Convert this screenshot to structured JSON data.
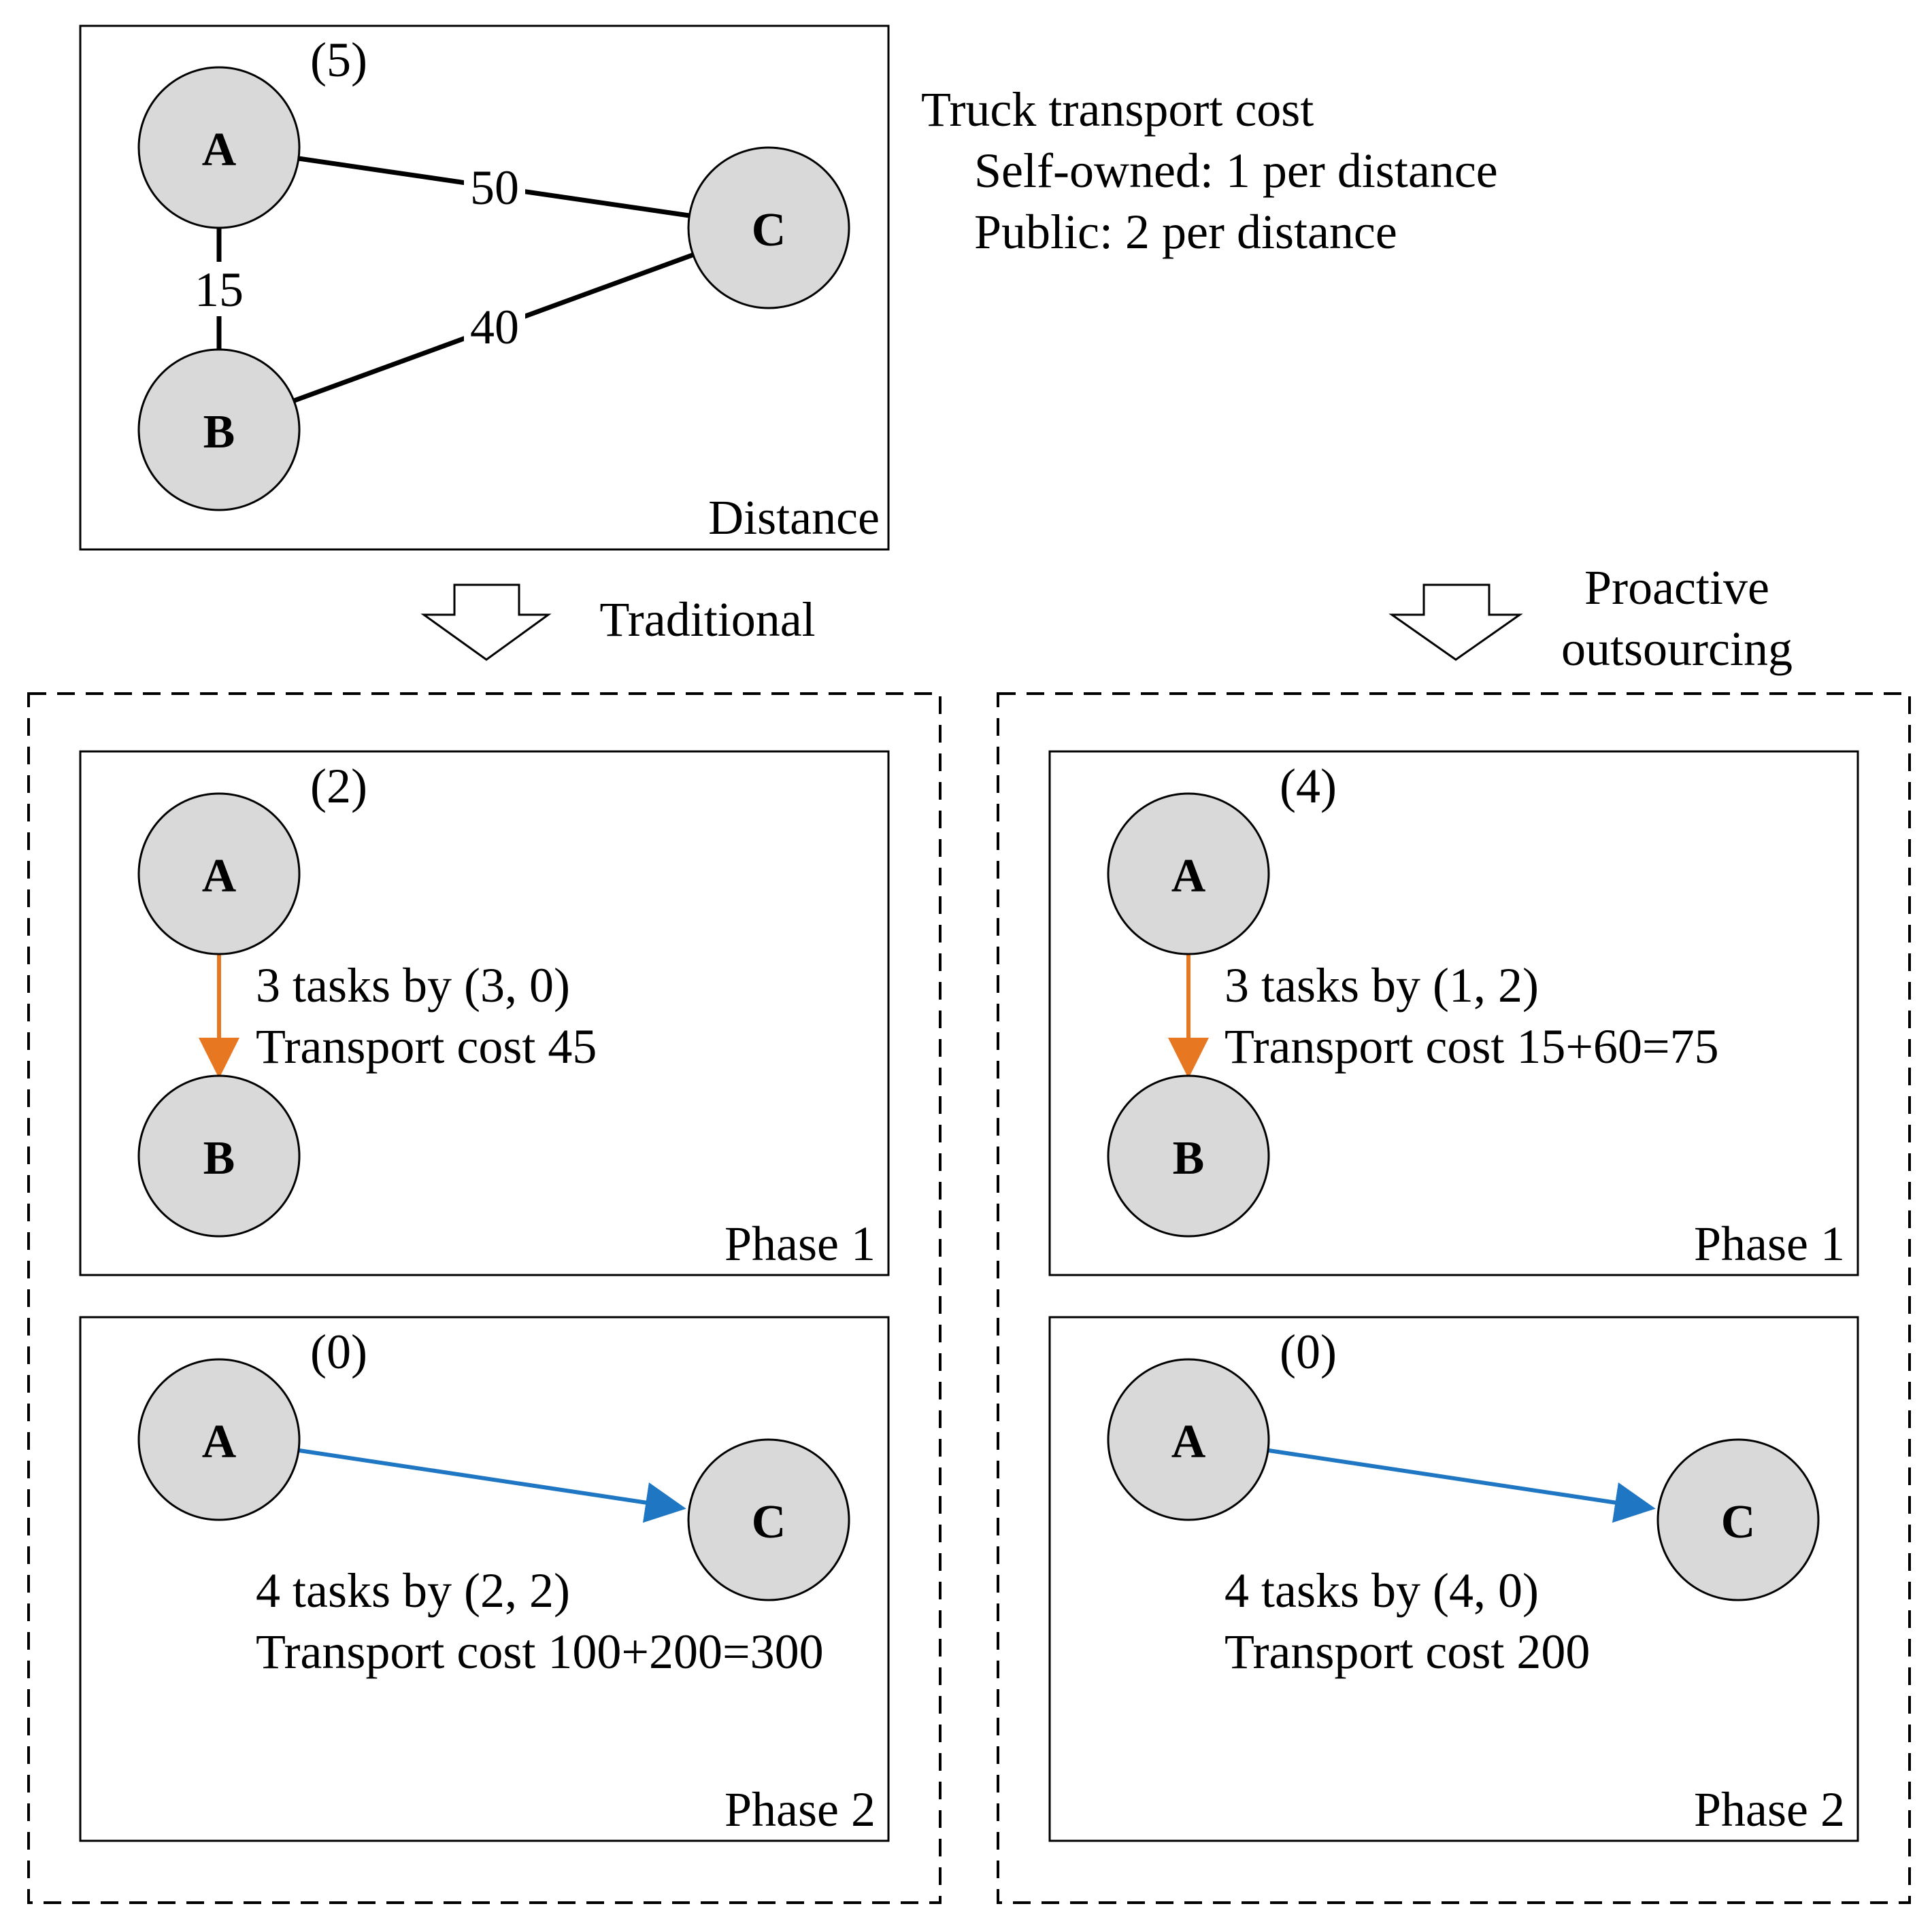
{
  "top_panel": {
    "count": "(5)",
    "corner_label": "Distance",
    "nodes": {
      "a": "A",
      "b": "B",
      "c": "C"
    },
    "edges": {
      "ac": "50",
      "ab": "15",
      "bc": "40"
    }
  },
  "cost_legend": {
    "title": "Truck transport cost",
    "self_owned": "Self-owned: 1 per distance",
    "public": "Public: 2 per distance"
  },
  "traditional": {
    "label": "Traditional",
    "phase1": {
      "count": "(2)",
      "nodes": {
        "a": "A",
        "b": "B"
      },
      "line1": "3 tasks by (3, 0)",
      "line2": "Transport cost 45",
      "corner_label": "Phase 1"
    },
    "phase2": {
      "count": "(0)",
      "nodes": {
        "a": "A",
        "c": "C"
      },
      "line1": "4 tasks by (2, 2)",
      "line2": "Transport cost 100+200=300",
      "corner_label": "Phase 2"
    }
  },
  "proactive": {
    "label_line1": "Proactive",
    "label_line2": "outsourcing",
    "phase1": {
      "count": "(4)",
      "nodes": {
        "a": "A",
        "b": "B"
      },
      "line1": "3 tasks by (1, 2)",
      "line2": "Transport cost 15+60=75",
      "corner_label": "Phase 1"
    },
    "phase2": {
      "count": "(0)",
      "nodes": {
        "a": "A",
        "c": "C"
      },
      "line1": "4 tasks by (4, 0)",
      "line2": "Transport cost 200",
      "corner_label": "Phase 2"
    }
  },
  "colors": {
    "phase1_arrow": "#E87722",
    "phase2_arrow": "#1F77C4",
    "node_fill": "#D9D9D9"
  }
}
